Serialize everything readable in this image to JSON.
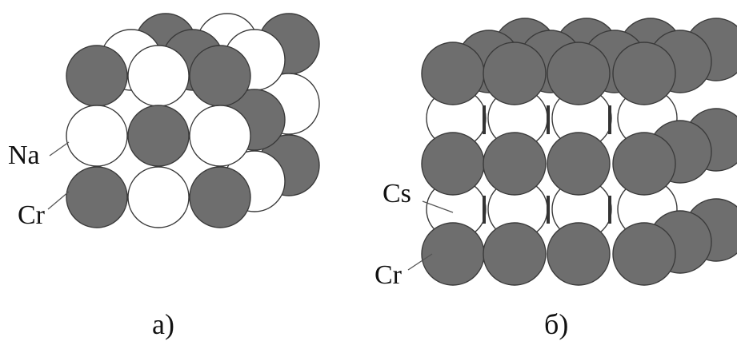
{
  "panels": [
    {
      "id": "a",
      "caption": "а)",
      "labels": [
        {
          "text": "Na"
        },
        {
          "text": "Cr"
        }
      ]
    },
    {
      "id": "b",
      "caption": "б)",
      "labels": [
        {
          "text": "Cs"
        },
        {
          "text": "Cr"
        }
      ]
    }
  ],
  "colors": {
    "dark_atom": "#6e6e6e",
    "light_atom": "#ffffff",
    "outline": "#3a3a3a",
    "text": "#111111"
  }
}
